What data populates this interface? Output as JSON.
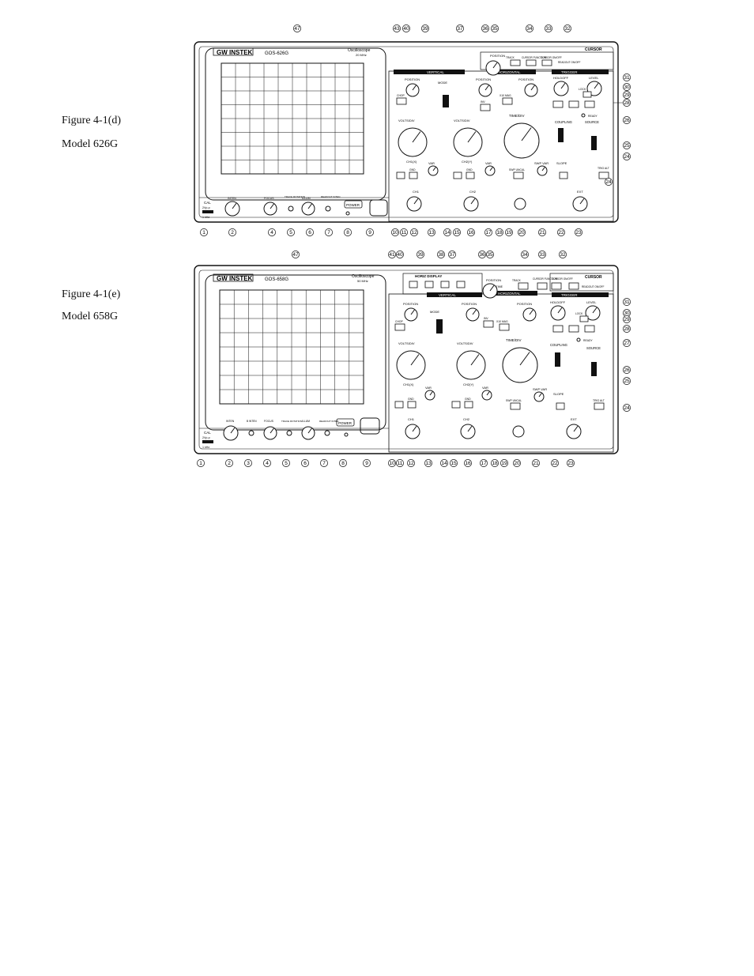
{
  "figures": [
    {
      "caption": "Figure 4-1(d)",
      "model_label": "Model   626G",
      "panel": {
        "brand": "GW INSTEK",
        "model": "GOS-626G",
        "product": "Oscilloscope",
        "bandwidth": "20 MHz",
        "cal_label": "CAL",
        "cal_value": "2Vp-p",
        "cal_freq": "1 kHz",
        "power_label": "POWER",
        "front_knob_labels": [
          "INTEN",
          "FOCUS",
          "TRACE ROTATION",
          "ILLUM",
          "READOUT INTEN"
        ],
        "section_labels": [
          "VERTICAL",
          "HORIZONTAL",
          "TRIGGER",
          "CURSOR",
          "POSITION"
        ],
        "vertical_labels": [
          "POSITION",
          "POSITION",
          "MODE",
          "VOLTS/DIV",
          "VOLTS/DIV",
          "CH1(X)",
          "CH2(Y)",
          "VAR",
          "VAR",
          "CH1",
          "CH2",
          "CHOP",
          "INV",
          "GND",
          "GND"
        ],
        "horizontal_labels": [
          "TIME/DIV",
          "POSITION",
          "X10 MAG",
          "SWP VAR",
          "SWP UNCAL"
        ],
        "trigger_labels": [
          "HOLDOFF",
          "LEVEL",
          "LOCK",
          "COUPLING",
          "SOURCE",
          "SLOPE",
          "TRIG ALT",
          "EXT",
          "READY"
        ],
        "cursor_labels": [
          "TRACK",
          "CURSOR FUNCTION",
          "CURSOR ON/OFF",
          "READOUT ON/OFF"
        ]
      },
      "callouts_bottom": [
        "1",
        "2",
        "4",
        "5",
        "6",
        "7",
        "8",
        "9",
        "10",
        "11",
        "12",
        "13",
        "14",
        "15",
        "16",
        "17",
        "18",
        "19",
        "20",
        "21",
        "22",
        "23"
      ],
      "callouts_top": [
        "47",
        "43",
        "40",
        "39",
        "37",
        "36",
        "35",
        "34",
        "33",
        "32"
      ],
      "callouts_right": [
        "31",
        "30",
        "29",
        "28",
        "26",
        "25",
        "24"
      ]
    },
    {
      "caption": "Figure 4-1(e)",
      "model_label": "Model   658G",
      "panel": {
        "brand": "GW INSTEK",
        "model": "GOS-658G",
        "product": "Oscilloscope",
        "bandwidth": "50 MHz",
        "cal_label": "CAL",
        "cal_value": "2Vp-p",
        "cal_freq": "1 kHz",
        "power_label": "POWER",
        "front_knob_labels": [
          "INTEN",
          "B INTEN",
          "FOCUS",
          "TRACE ROTATION",
          "ILLUM",
          "READOUT INTEN"
        ],
        "section_labels": [
          "HORIZ DISPLAY",
          "VERTICAL",
          "HORIZONTAL",
          "TRIGGER",
          "CURSOR",
          "POSITION",
          "DELAY TIME"
        ],
        "vertical_labels": [
          "POSITION",
          "POSITION",
          "MODE",
          "VOLTS/DIV",
          "VOLTS/DIV",
          "CH1(X)",
          "CH2(Y)",
          "VAR",
          "VAR",
          "CH1",
          "CH2",
          "CHOP",
          "INV",
          "GND",
          "GND"
        ],
        "horizontal_labels": [
          "TIME/DIV",
          "POSITION",
          "X10 MAG",
          "SWP VAR",
          "SWP UNCAL"
        ],
        "trigger_labels": [
          "HOLDOFF",
          "LEVEL",
          "LOCK",
          "COUPLING",
          "SOURCE",
          "SLOPE",
          "TRIG ALT",
          "EXT",
          "READY"
        ],
        "cursor_labels": [
          "TRACK",
          "CURSOR FUNCTION",
          "CURSOR ON/OFF",
          "READOUT ON/OFF"
        ]
      },
      "callouts_bottom": [
        "1",
        "2",
        "3",
        "4",
        "5",
        "6",
        "7",
        "8",
        "9",
        "10",
        "11",
        "12",
        "13",
        "14",
        "15",
        "16",
        "17",
        "18",
        "19",
        "20",
        "21",
        "22",
        "23"
      ],
      "callouts_top": [
        "47",
        "41",
        "40",
        "39",
        "38",
        "37",
        "36",
        "35",
        "34",
        "33",
        "32"
      ],
      "callouts_right": [
        "31",
        "30",
        "29",
        "28",
        "27",
        "26",
        "25",
        "24"
      ]
    }
  ]
}
